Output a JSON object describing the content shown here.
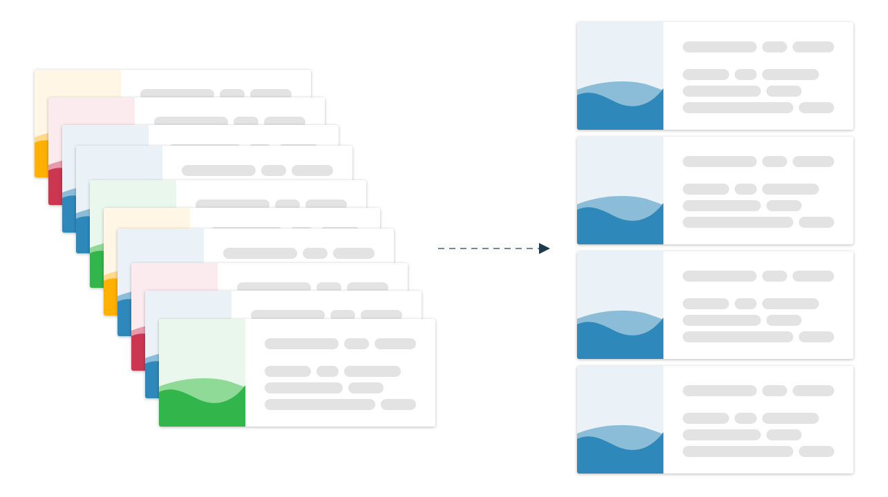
{
  "colors": {
    "bar": "#e3e3e3",
    "arrow": "#1d3a4f",
    "blue": {
      "bg": "#eaf2f8",
      "light": "#8cbdd8",
      "dark": "#2e88b9"
    },
    "green": {
      "bg": "#eaf7ec",
      "light": "#90da98",
      "dark": "#32b54a"
    },
    "yellow": {
      "bg": "#fff6e6",
      "light": "#ffd98a",
      "dark": "#ffb000"
    },
    "red": {
      "bg": "#fbeaee",
      "light": "#e79aaa",
      "dark": "#cb3651"
    }
  },
  "source_stack": {
    "cards": [
      {
        "theme": "yellow"
      },
      {
        "theme": "red"
      },
      {
        "theme": "blue"
      },
      {
        "theme": "blue"
      },
      {
        "theme": "green"
      },
      {
        "theme": "yellow"
      },
      {
        "theme": "blue"
      },
      {
        "theme": "red"
      },
      {
        "theme": "blue"
      },
      {
        "theme": "green"
      }
    ]
  },
  "connector": {
    "style": "dashed",
    "icon": "arrow-right-icon"
  },
  "result_list": {
    "cards": [
      {
        "theme": "blue"
      },
      {
        "theme": "blue"
      },
      {
        "theme": "blue"
      },
      {
        "theme": "blue"
      }
    ]
  }
}
